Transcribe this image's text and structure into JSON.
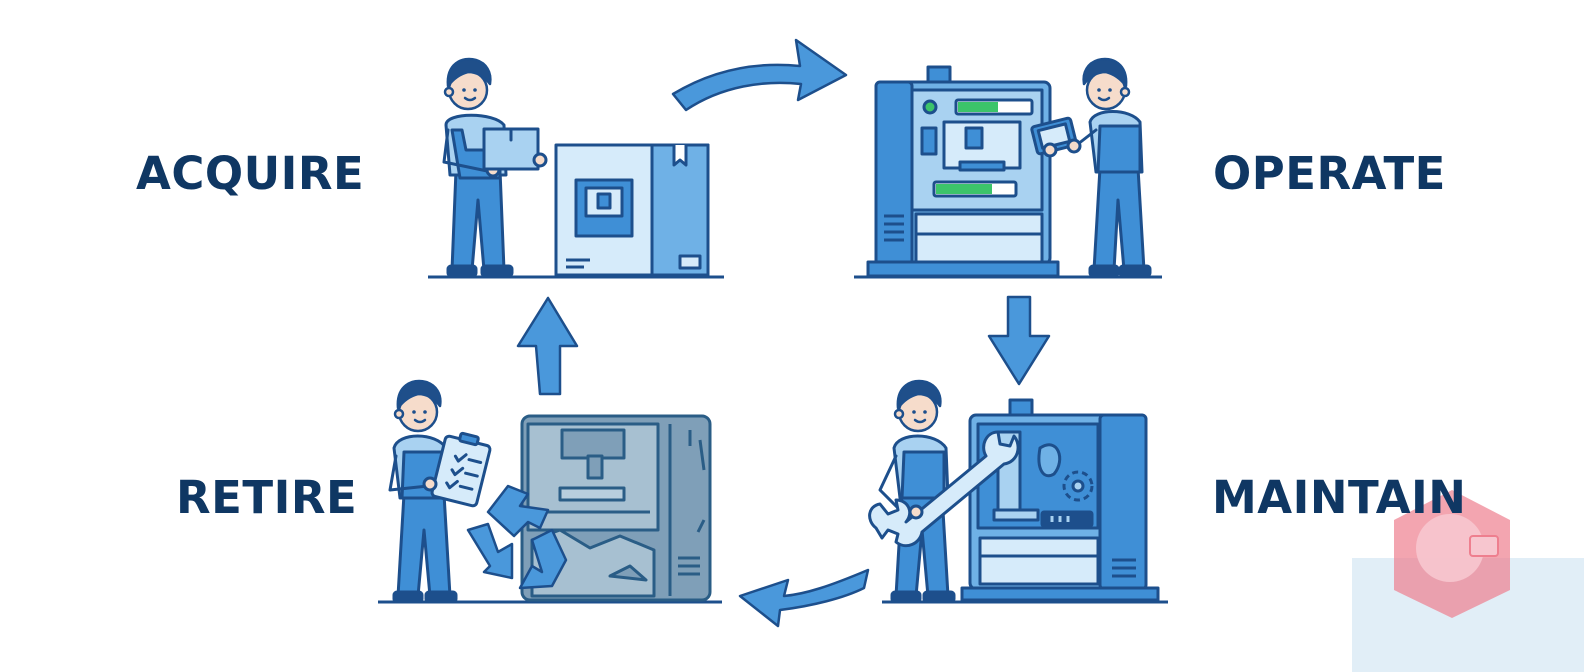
{
  "stages": {
    "acquire": {
      "label": "ACQUIRE"
    },
    "operate": {
      "label": "OPERATE"
    },
    "maintain": {
      "label": "MAINTAIN"
    },
    "retire": {
      "label": "RETIRE"
    }
  },
  "colors": {
    "label_text": "#0f3763",
    "outline": "#1d4f8c",
    "primary_blue": "#3f8fd6",
    "light_blue": "#a9d2f1",
    "pale_blue": "#d6ebfa",
    "retired_gray": "#7f9fb8",
    "progress_green": "#3cc46a",
    "skin": "#f6dccb",
    "hair": "#1f4f8a"
  }
}
